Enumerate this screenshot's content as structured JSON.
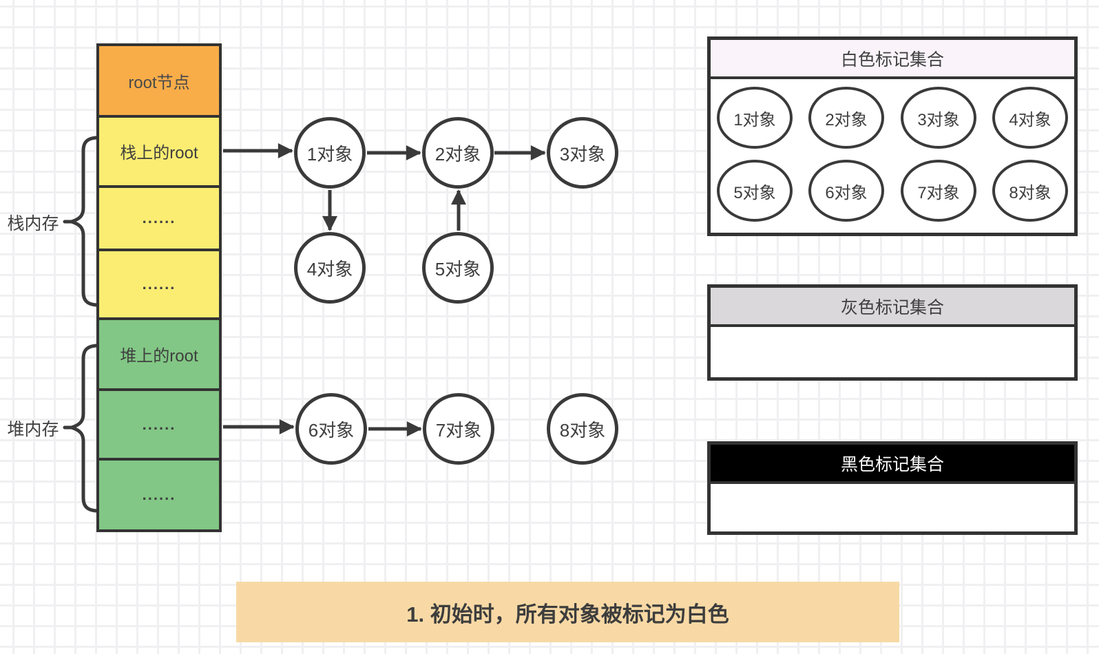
{
  "colors": {
    "orange": "#F9AD49",
    "yellow": "#FBED72",
    "green": "#82C785",
    "caption_bg": "#F8D9A5",
    "white_set_header_bg": "#FAF4FA",
    "gray_set_header_bg": "#DBD8DB",
    "black_set_header_bg": "#000000",
    "stroke": "#3A3A3A",
    "grid_line": "#F0F0F2"
  },
  "memory": {
    "stack_label": "栈内存",
    "heap_label": "堆内存",
    "rows": [
      {
        "id": "root",
        "label": "root节点",
        "color": "orange"
      },
      {
        "id": "stack-root",
        "label": "栈上的root",
        "color": "yellow"
      },
      {
        "id": "stack-slot1",
        "label": "......",
        "color": "yellow"
      },
      {
        "id": "stack-slot2",
        "label": "......",
        "color": "yellow"
      },
      {
        "id": "heap-root",
        "label": "堆上的root",
        "color": "green"
      },
      {
        "id": "heap-slot1",
        "label": "......",
        "color": "green"
      },
      {
        "id": "heap-slot2",
        "label": "......",
        "color": "green"
      }
    ]
  },
  "graph": {
    "nodes": [
      {
        "id": "obj1",
        "label": "1对象"
      },
      {
        "id": "obj2",
        "label": "2对象"
      },
      {
        "id": "obj3",
        "label": "3对象"
      },
      {
        "id": "obj4",
        "label": "4对象"
      },
      {
        "id": "obj5",
        "label": "5对象"
      },
      {
        "id": "obj6",
        "label": "6对象"
      },
      {
        "id": "obj7",
        "label": "7对象"
      },
      {
        "id": "obj8",
        "label": "8对象"
      }
    ],
    "edges": [
      {
        "from": "stack-root",
        "to": "obj1"
      },
      {
        "from": "obj1",
        "to": "obj2"
      },
      {
        "from": "obj2",
        "to": "obj3"
      },
      {
        "from": "obj1",
        "to": "obj4"
      },
      {
        "from": "obj5",
        "to": "obj2"
      },
      {
        "from": "heap-slot1",
        "to": "obj6"
      },
      {
        "from": "obj6",
        "to": "obj7"
      }
    ]
  },
  "sets": {
    "white": {
      "title": "白色标记集合",
      "members": [
        "1对象",
        "2对象",
        "3对象",
        "4对象",
        "5对象",
        "6对象",
        "7对象",
        "8对象"
      ]
    },
    "gray": {
      "title": "灰色标记集合",
      "members": []
    },
    "black": {
      "title": "黑色标记集合",
      "members": []
    }
  },
  "caption": "1. 初始时，所有对象被标记为白色"
}
